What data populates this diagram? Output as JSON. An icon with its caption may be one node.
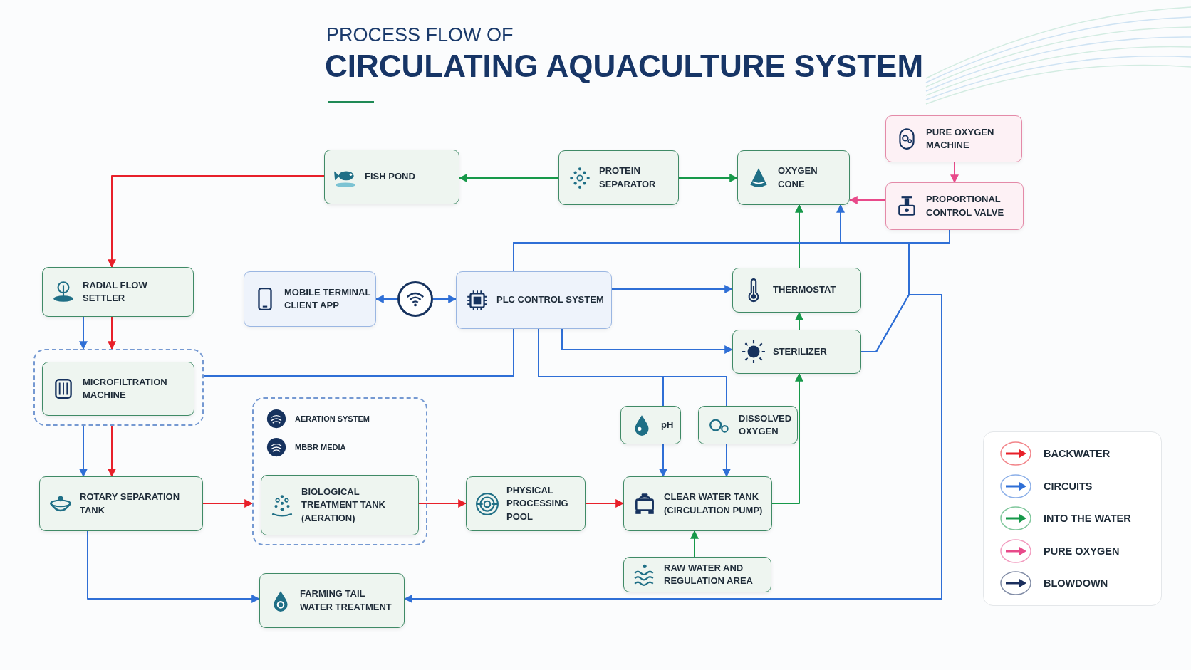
{
  "diagram": {
    "title": "CIRCULATING AQUACULTURE SYSTEM",
    "nodes": [
      {
        "text": [
          "FISH POND"
        ]
      },
      {
        "text": [
          "PROTEIN SEPARATOR"
        ]
      },
      {
        "text": [
          "OXYGEN CONE"
        ]
      },
      {
        "text": [
          "PURE OXYGEN MACHINE"
        ]
      },
      {
        "text": [
          "PROPORTIONAL CONTROL VALVE"
        ]
      },
      {
        "text": [
          "RADIAL FLOW SETTLER"
        ]
      },
      {
        "text": [
          "MOBILE TERMINAL CLIENT APP"
        ]
      },
      {
        "text": [],
        "shape": "circle"
      },
      {
        "text": [
          "PLC CONTROL SYSTEM"
        ]
      },
      {
        "text": [
          "THERMOSTAT"
        ]
      },
      {
        "text": [
          "STERILIZER"
        ]
      },
      {
        "text": [],
        "shape": "box"
      },
      {
        "text": [
          "MICROFILTRATION MACHINE"
        ],
        "in": 11
      },
      {
        "text": [
          "AERATION SYSTEM",
          "MBBR MEDIA"
        ]
      },
      {
        "text": [
          "BIOLOGICAL TREATMENT TANK (AERATION)"
        ],
        "in": 13
      },
      {
        "text": [
          "pH"
        ]
      },
      {
        "text": [
          "DISSOLVED OXYGEN"
        ]
      },
      {
        "text": [
          "ROTARY SEPARATION TANK"
        ]
      },
      {
        "text": [
          "PHYSICAL PROCESSING POOL"
        ]
      },
      {
        "text": [
          "CLEAR WATER TANK (CIRCULATION PUMP)"
        ]
      },
      {
        "text": [
          "RAW WATER AND REGULATION AREA"
        ]
      },
      {
        "text": [
          "FARMING TAIL WATER TREATMENT"
        ]
      }
    ],
    "edges": [
      {
        "from": 0,
        "to": 5,
        "arrow": "to",
        "color": "#e8202a"
      },
      {
        "from": 1,
        "to": 0,
        "arrow": "to",
        "color": "#17994a"
      },
      {
        "from": 1,
        "to": 2,
        "arrow": "to",
        "color": "#17994a"
      },
      {
        "from": 3,
        "to": 4,
        "arrow": "to",
        "color": "#e84a8a"
      },
      {
        "from": 4,
        "to": 2,
        "arrow": "to",
        "color": "#e84a8a"
      },
      {
        "from": 9,
        "to": 2,
        "arrow": "to",
        "color": "#17994a"
      },
      {
        "from": 10,
        "to": 9,
        "arrow": "to",
        "color": "#17994a"
      },
      {
        "from": 19,
        "to": 10,
        "arrow": "to",
        "color": "#17994a"
      },
      {
        "from": 20,
        "to": 19,
        "arrow": "to",
        "color": "#17994a"
      },
      {
        "from": 5,
        "to": 11,
        "arrow": "to"
      },
      {
        "from": 5,
        "to": 11,
        "arrow": "to",
        "color": "#e8202a"
      },
      {
        "from": 11,
        "to": 17,
        "arrow": "to"
      },
      {
        "from": 11,
        "to": 17,
        "arrow": "to",
        "color": "#e8202a"
      },
      {
        "from": 17,
        "to": 13,
        "arrow": "to",
        "color": "#e8202a"
      },
      {
        "from": 14,
        "to": 18,
        "arrow": "to",
        "color": "#e8202a"
      },
      {
        "from": 18,
        "to": 19,
        "arrow": "to",
        "color": "#e8202a"
      },
      {
        "from": 17,
        "to": 21,
        "arrow": "to"
      },
      {
        "from": 7,
        "to": 6,
        "arrow": "to"
      },
      {
        "from": 7,
        "to": 8,
        "arrow": "to"
      },
      {
        "from": 8,
        "to": 9,
        "arrow": "to"
      },
      {
        "from": 8,
        "to": 10,
        "arrow": "to"
      },
      {
        "from": 8,
        "to": 11,
        "arrow": "none"
      },
      {
        "from": 8,
        "to": 15,
        "arrow": "none"
      },
      {
        "from": 8,
        "to": 16,
        "arrow": "none"
      },
      {
        "from": 15,
        "to": 19,
        "arrow": "to"
      },
      {
        "from": 16,
        "to": 19,
        "arrow": "to"
      },
      {
        "from": 8,
        "to": 2,
        "arrow": "to"
      },
      {
        "from": 8,
        "to": 4,
        "arrow": "none"
      },
      {
        "from": 10,
        "to": 21,
        "arrow": "to"
      },
      {
        "from": 10,
        "to": 4,
        "arrow": "none"
      }
    ],
    "labels": [
      "PROCESS FLOW OF"
    ],
    "legend": [
      {
        "text": "BACKWATER",
        "color": "#e8202a"
      },
      {
        "text": "CIRCUITS",
        "color": "#2f6fd6"
      },
      {
        "text": "INTO THE WATER",
        "color": "#17994a"
      },
      {
        "text": "PURE OXYGEN",
        "color": "#e84a8a"
      },
      {
        "text": "BLOWDOWN",
        "color": "#1b2f5e"
      }
    ]
  }
}
